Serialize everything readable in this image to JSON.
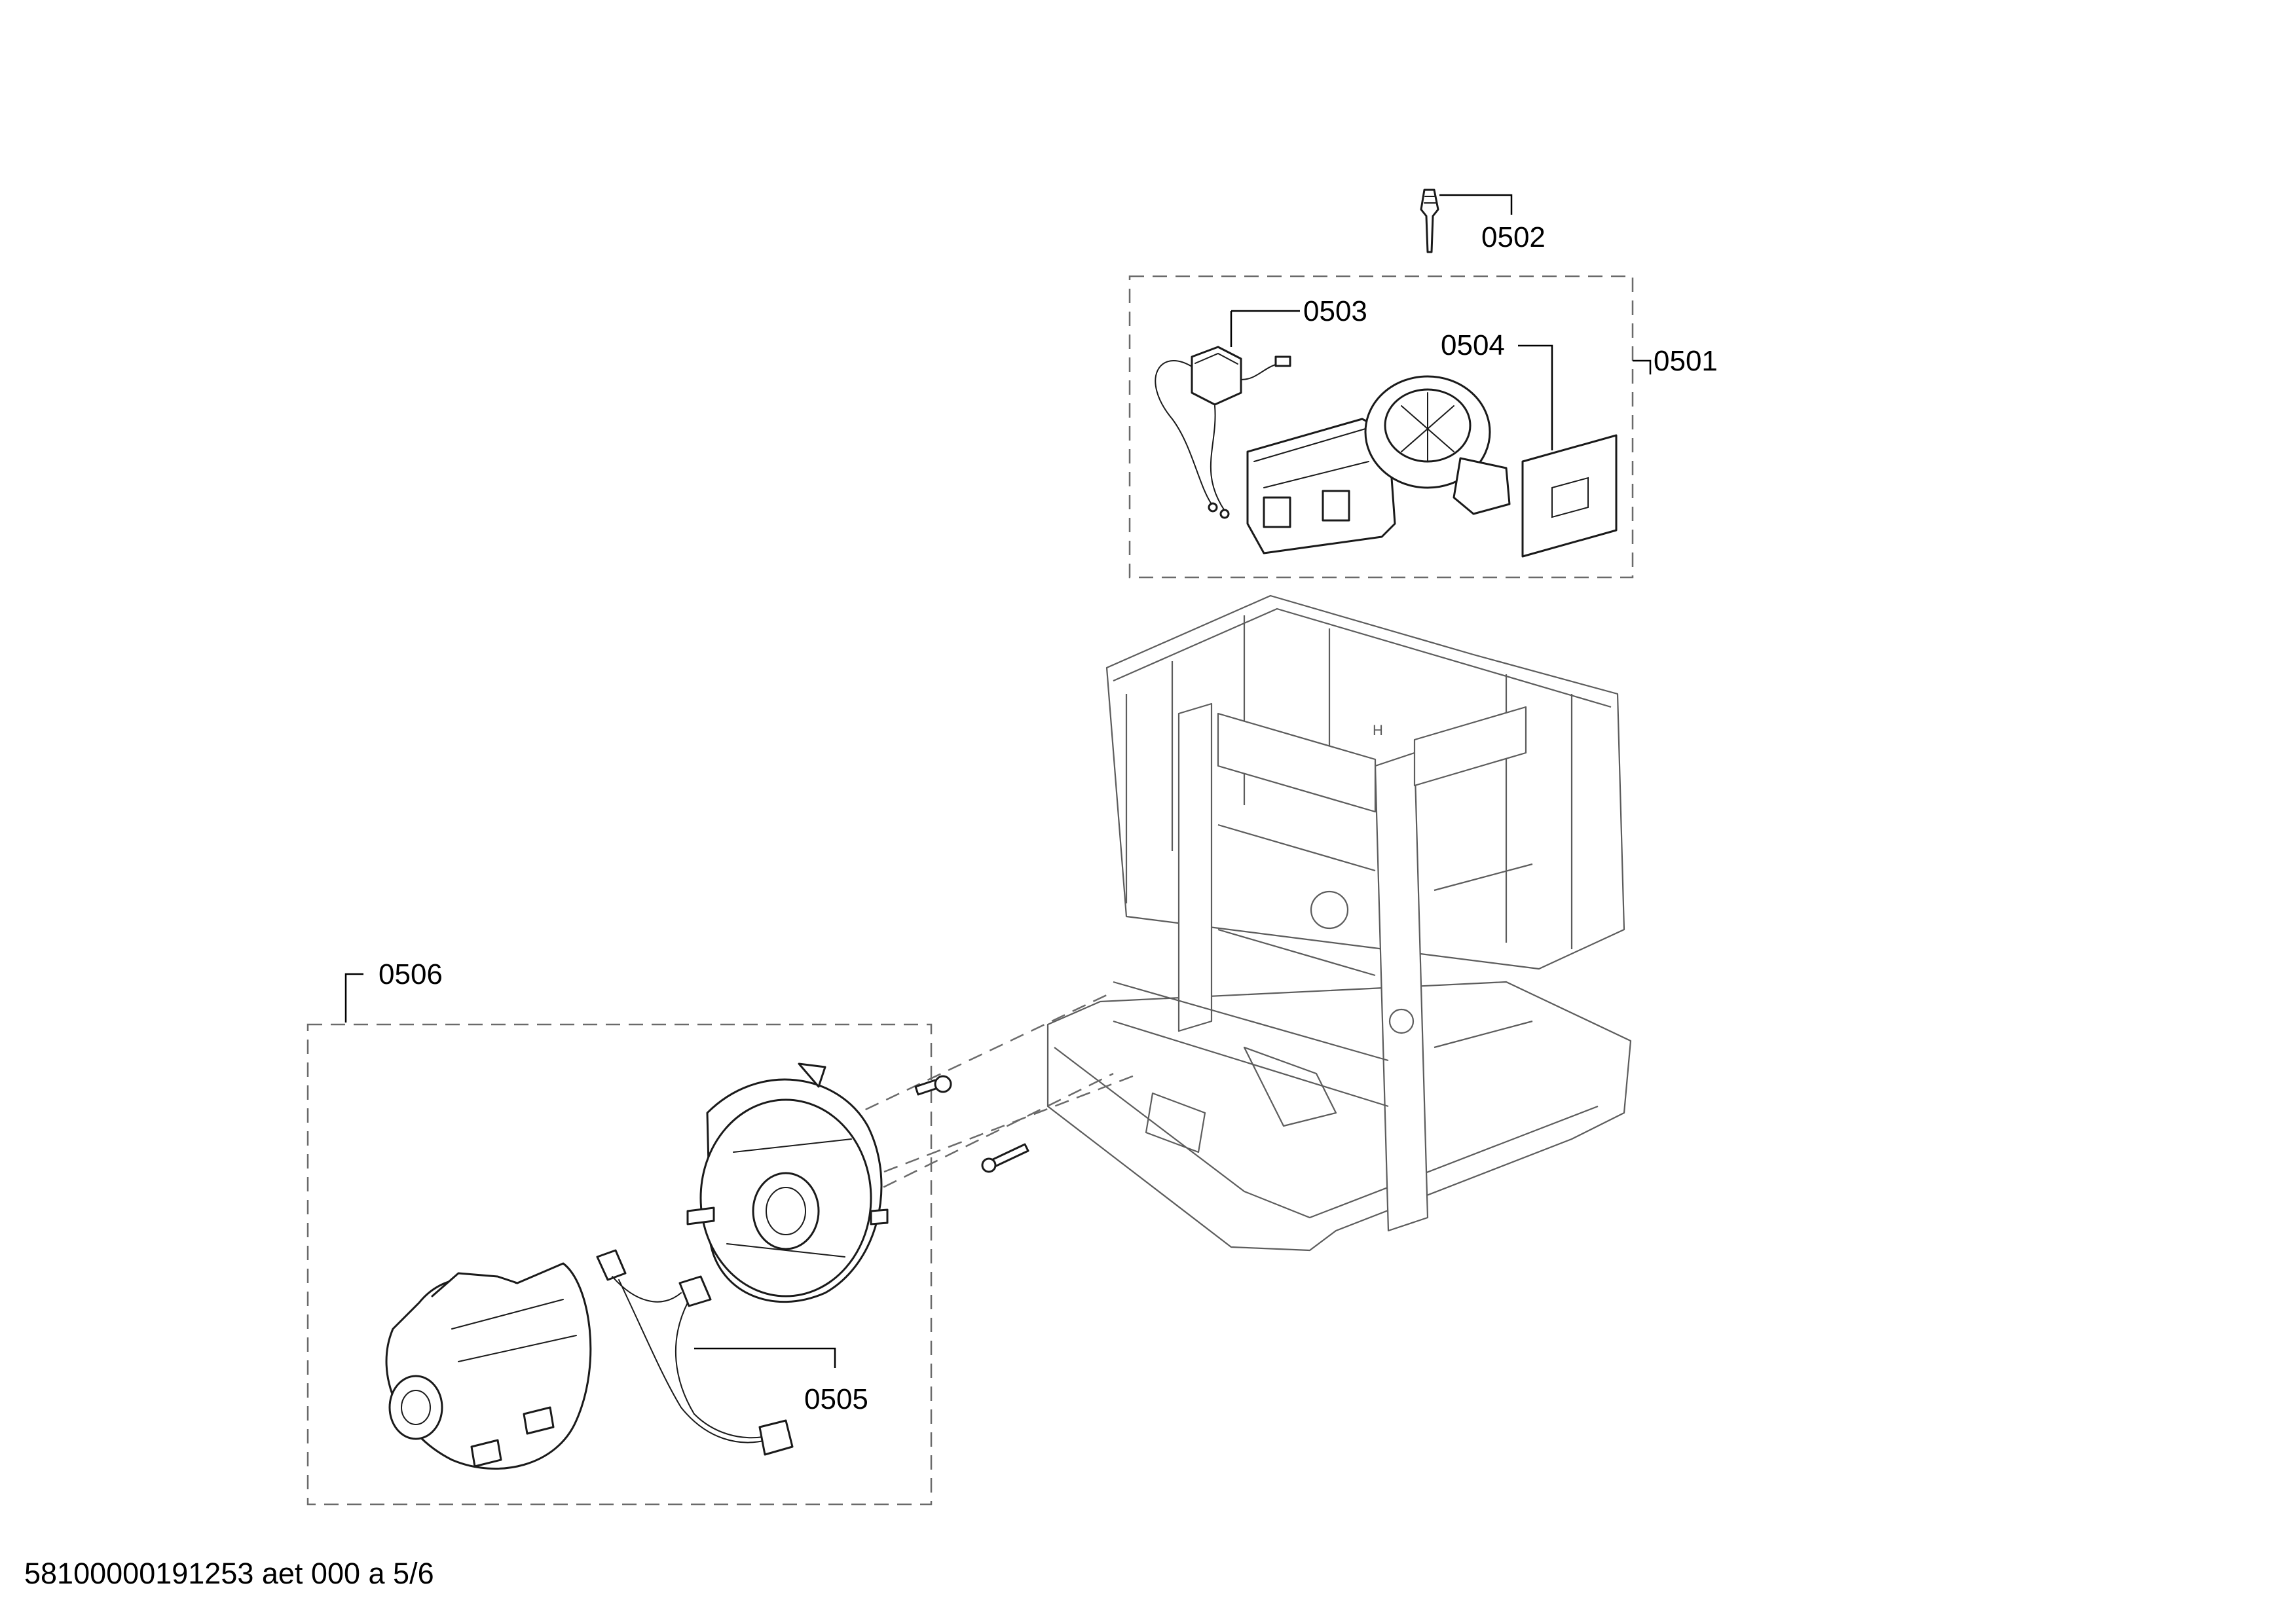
{
  "callouts": {
    "c0501": "0501",
    "c0502": "0502",
    "c0503": "0503",
    "c0504": "0504",
    "c0505": "0505",
    "c0506": "0506"
  },
  "footer": {
    "document_id": "58100000191253 aet 000 a 5/6"
  }
}
